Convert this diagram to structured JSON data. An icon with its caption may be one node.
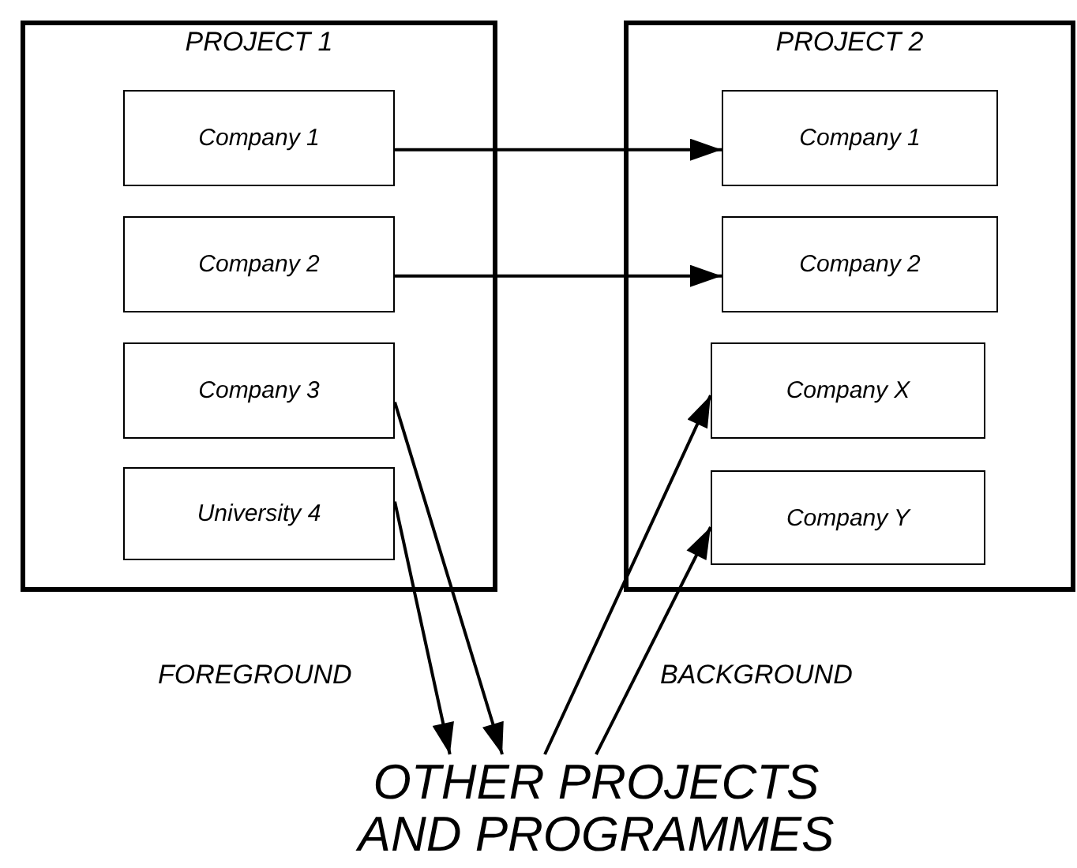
{
  "diagram": {
    "nodes": [
      {
        "text": [
          "PROJECT 1"
        ]
      },
      {
        "text": [
          "Company 1"
        ],
        "in": 0
      },
      {
        "text": [
          "Company 2"
        ],
        "in": 0
      },
      {
        "text": [
          "Company 3"
        ],
        "in": 0
      },
      {
        "text": [
          "University 4"
        ],
        "in": 0
      },
      {
        "text": [
          "PROJECT 2"
        ]
      },
      {
        "text": [
          "Company 1"
        ],
        "in": 5
      },
      {
        "text": [
          "Company 2"
        ],
        "in": 5
      },
      {
        "text": [
          "Company X"
        ],
        "in": 5
      },
      {
        "text": [
          "Company Y"
        ],
        "in": 5
      },
      {
        "text": [
          "OTHER PROJECTS AND PROGRAMMES"
        ]
      }
    ],
    "edges": [
      {
        "from": 1,
        "to": 6,
        "arrow": "to"
      },
      {
        "from": 2,
        "to": 7,
        "arrow": "to"
      },
      {
        "from": 3,
        "to": 10,
        "arrow": "to"
      },
      {
        "from": 4,
        "to": 10,
        "arrow": "to"
      },
      {
        "from": 10,
        "to": 8,
        "arrow": "to"
      },
      {
        "from": 10,
        "to": 9,
        "arrow": "to"
      }
    ],
    "labels": [
      "FOREGROUND",
      "BACKGROUND"
    ]
  }
}
